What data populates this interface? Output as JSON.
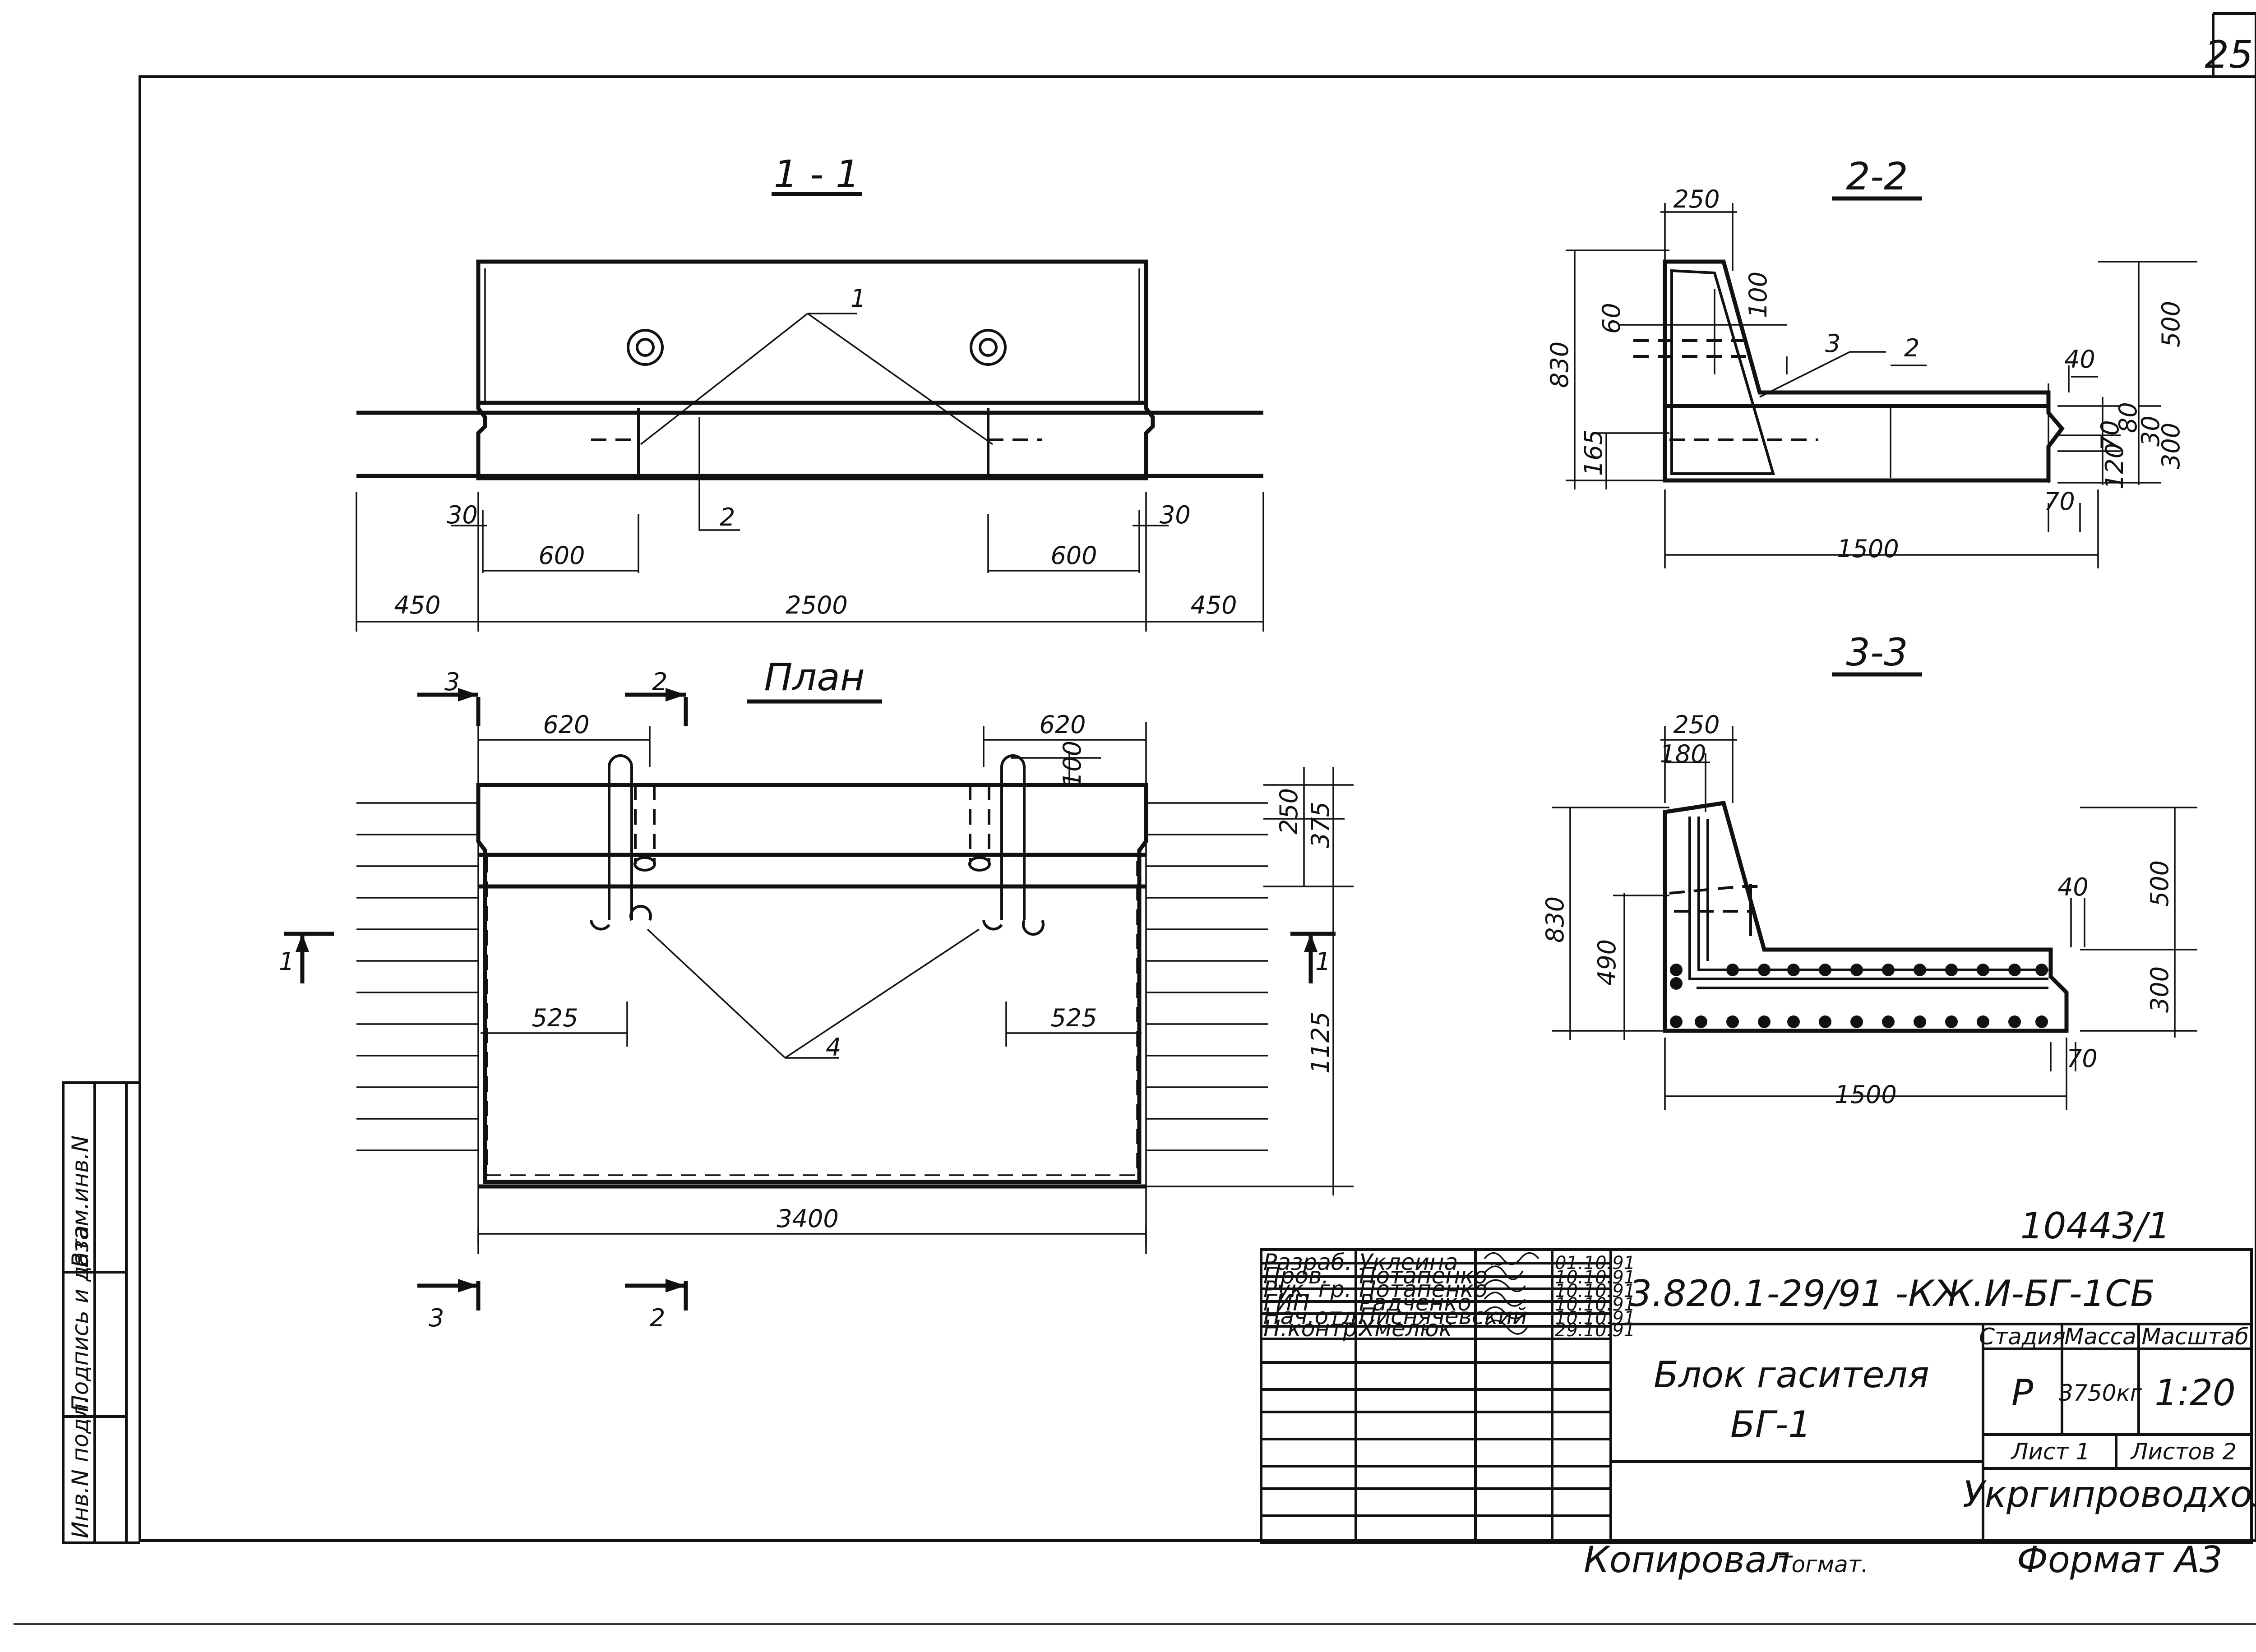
{
  "page_number": "25",
  "sections": {
    "s11": "1 - 1",
    "s22": "2-2",
    "s33": "3-3",
    "plan": "План"
  },
  "markers": {
    "m1": "1",
    "m2": "2",
    "m3": "3",
    "m4": "4"
  },
  "dimensions": {
    "d30": "30",
    "d450": "450",
    "d600": "600",
    "d2500": "2500",
    "d620": "620",
    "d100": "100",
    "d250": "250",
    "d375": "375",
    "d525": "525",
    "d1125": "1125",
    "d3400": "3400",
    "d830": "830",
    "d60": "60",
    "d165": "165",
    "d500": "500",
    "d40": "40",
    "d80": "80",
    "d70": "70",
    "d120": "120",
    "d300": "300",
    "d1500": "1500",
    "d180": "180",
    "d490": "490"
  },
  "side_stamp": {
    "inv_podl": "Инв.N подл.",
    "podpis": "Подпись и дата",
    "vzam": "Взам.инв.N"
  },
  "title_block": {
    "archive_no": "10443/1",
    "doc_code": "3.820.1-29/91 -КЖ.И-БГ-1СБ",
    "title_line1": "Блок гасителя",
    "title_line2": "БГ-1",
    "col_stage": "Стадия",
    "col_mass": "Масса",
    "col_scale": "Масштаб",
    "stage": "Р",
    "mass": "3750кг",
    "scale": "1:20",
    "sheet": "Лист 1",
    "sheets": "Листов 2",
    "org": "Укргипроводхоз",
    "rows": [
      {
        "role": "Разраб.",
        "name": "Уклеина",
        "date": "01.10.91"
      },
      {
        "role": "Пров.",
        "name": "Потапенко",
        "date": "10.10.91"
      },
      {
        "role": "Рук. гр.",
        "name": "Потапенко",
        "date": "10.10.91"
      },
      {
        "role": "ГИП",
        "name": "Радченко",
        "date": "10.10.91"
      },
      {
        "role": "Нач.отд.",
        "name": "Писнячевский",
        "date": "10.10.91"
      },
      {
        "role": "Н.контр.",
        "name": "Хмелюк",
        "date": "29.10.91"
      }
    ]
  },
  "footer": {
    "copied": "Копировал",
    "copied_sig": "Тогмат.",
    "format": "Формат А3"
  }
}
